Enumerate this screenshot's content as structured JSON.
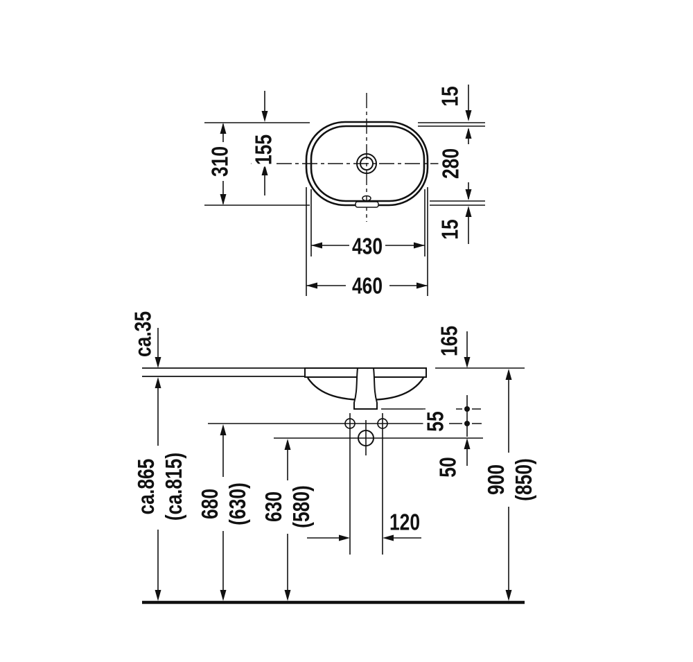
{
  "page": {
    "background": "#ffffff",
    "ink": "#111111"
  },
  "drawing": {
    "type": "washbasin technical dimension drawing",
    "views": {
      "plan": {
        "dim_310": "310",
        "dim_155": "155",
        "dim_15_top": "15",
        "dim_280": "280",
        "dim_15_bottom": "15",
        "dim_430": "430",
        "dim_460": "460"
      },
      "front": {
        "dim_ca35": "ca.35",
        "dim_165": "165",
        "dim_55": "55",
        "dim_50": "50",
        "dim_120": "120",
        "dim_865": "ca.865",
        "dim_865_alt": "(ca.815)",
        "dim_680": "680",
        "dim_680_alt": "(630)",
        "dim_630": "630",
        "dim_630_alt": "(580)",
        "dim_900": "900",
        "dim_900_alt": "(850)"
      }
    }
  }
}
